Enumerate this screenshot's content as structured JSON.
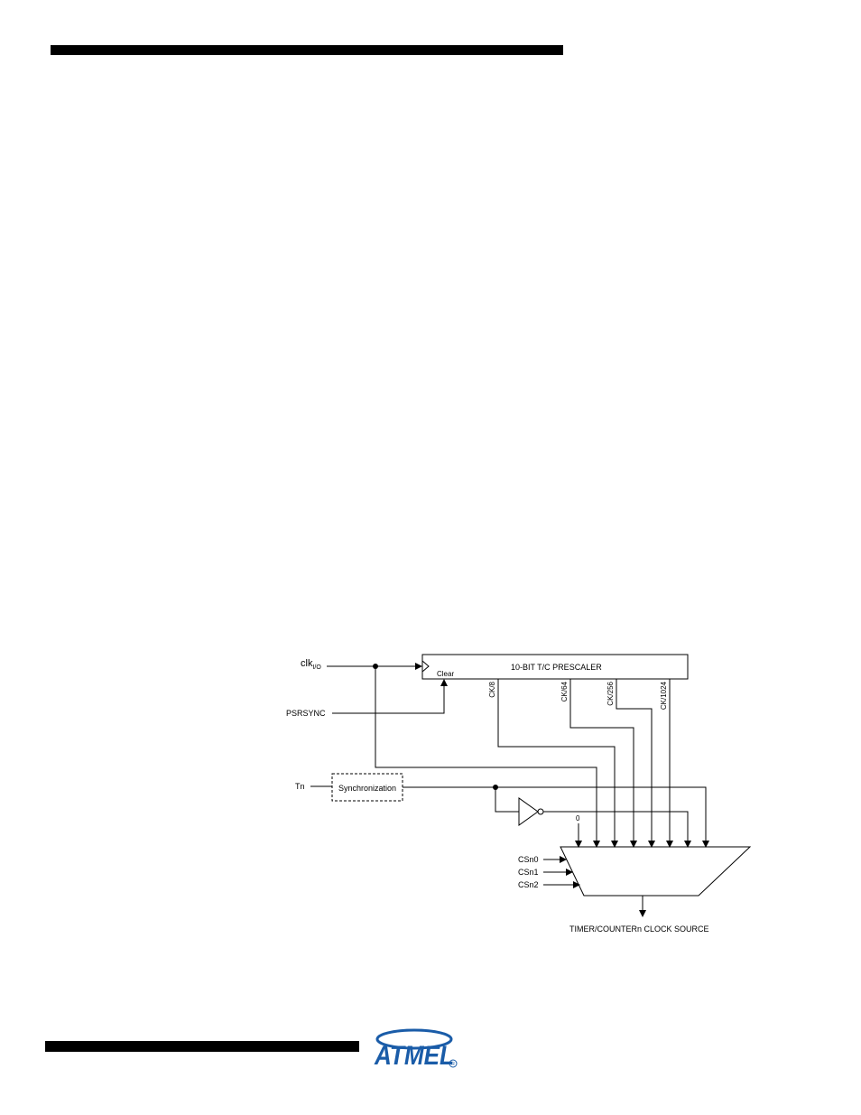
{
  "diagram": {
    "clk_label": "clk",
    "clk_subscript": "I/O",
    "psrsync_label": "PSRSYNC",
    "tn_label": "Tn",
    "prescaler_label": "10-BIT T/C PRESCALER",
    "clear_label": "Clear",
    "ck8_label": "CK/8",
    "ck64_label": "CK/64",
    "ck256_label": "CK/256",
    "ck1024_label": "CK/1024",
    "sync_label": "Synchronization",
    "zero_label": "0",
    "csn0_label": "CSn0",
    "csn1_label": "CSn1",
    "csn2_label": "CSn2",
    "output_label": "TIMER/COUNTERn CLOCK SOURCE"
  },
  "footer": {
    "logo_text": "ATMEL",
    "logo_color": "#1a5ca8"
  }
}
